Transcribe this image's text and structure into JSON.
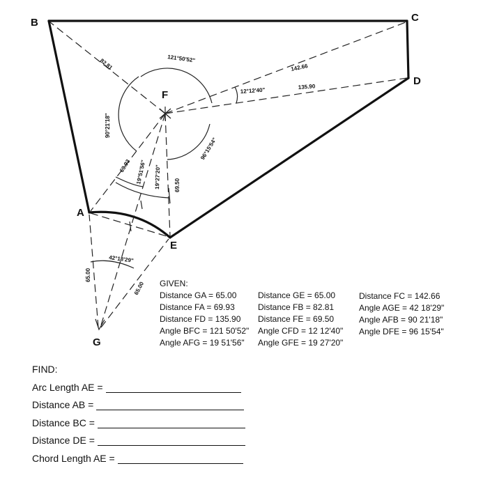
{
  "points": {
    "A": "A",
    "B": "B",
    "C": "C",
    "D": "D",
    "E": "E",
    "F": "F",
    "G": "G"
  },
  "dimensions": {
    "fb": "82.81",
    "bfc": "121°50'52\"",
    "fc": "142.66",
    "cfd": "12°12'40\"",
    "fd": "135.90",
    "afb": "90°21'18\"",
    "dfe": "96°15'54\"",
    "fa": "69.93",
    "afg": "19°51'56\"",
    "gfe": "19°27'20\"",
    "fe": "69.50",
    "age": "42°18'29\"",
    "ga": "65.00",
    "ge": "65.00"
  },
  "given": {
    "title": "GIVEN:",
    "col1": [
      "Distance GA = 65.00",
      "Distance FA = 69.93",
      "Distance FD = 135.90",
      "Angle BFC = 121 50'52\"",
      "Angle AFG = 19 51'56\""
    ],
    "col2": [
      "Distance GE = 65.00",
      "Distance FB = 82.81",
      "Distance FE = 69.50",
      "Angle CFD = 12 12'40\"",
      "Angle GFE = 19 27'20\""
    ],
    "col3": [
      "Distance FC = 142.66",
      "Angle AGE = 42 18'29\"",
      "Angle AFB = 90 21'18\"",
      "Angle DFE = 96 15'54\""
    ]
  },
  "find": {
    "title": "FIND:",
    "items": [
      "Arc Length AE =",
      "Distance AB =",
      "Distance BC =",
      "Distance DE =",
      "Chord Length AE ="
    ]
  }
}
